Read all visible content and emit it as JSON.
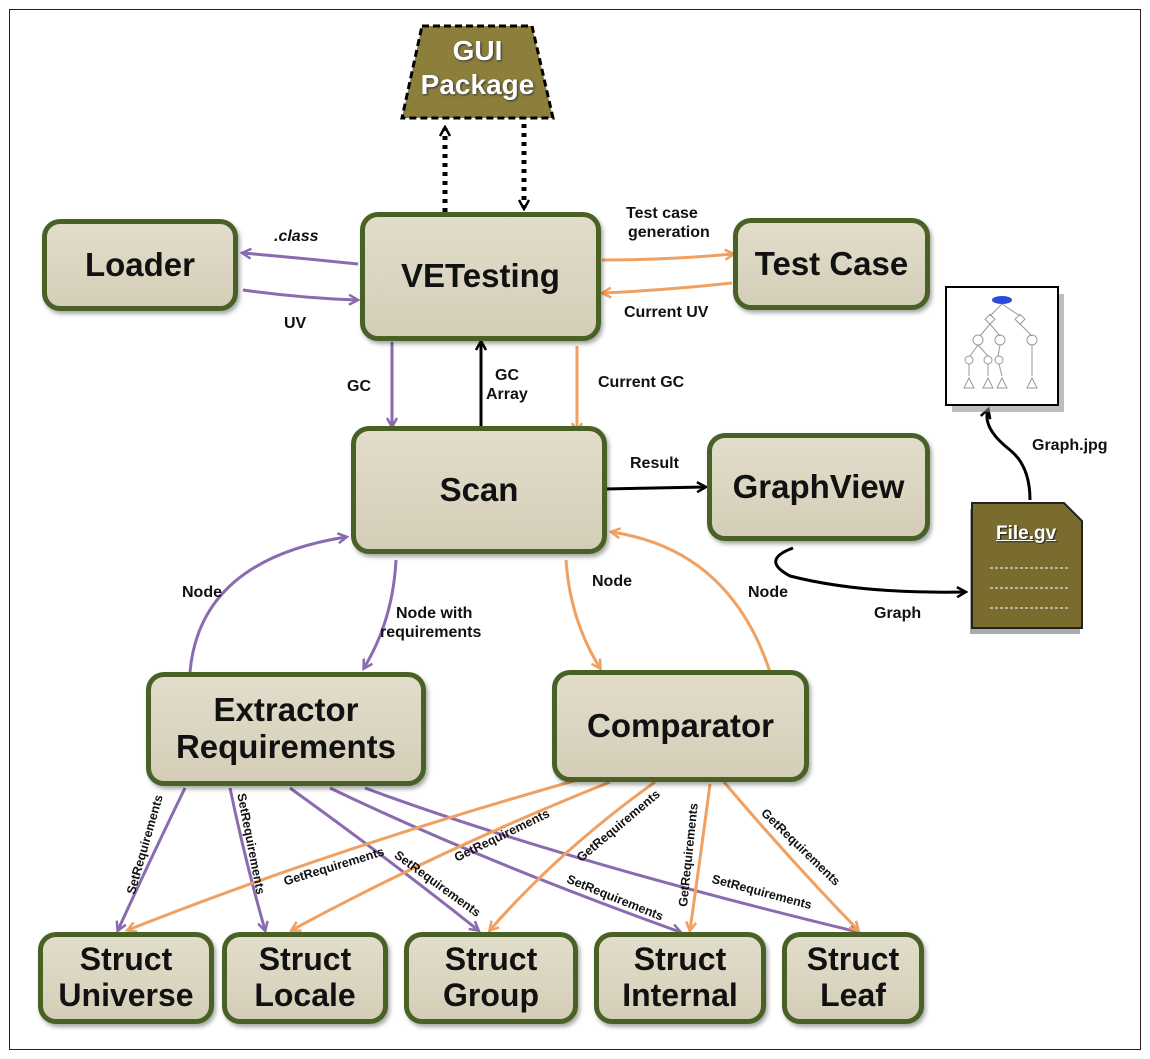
{
  "gui_package": {
    "line1": "GUI",
    "line2": "Package"
  },
  "boxes": {
    "loader": "Loader",
    "vetesting": "VETesting",
    "test_case": "Test Case",
    "scan": "Scan",
    "graphview": "GraphView",
    "extractor_line1": "Extractor",
    "extractor_line2": "Requirements",
    "comparator": "Comparator",
    "struct_universe": {
      "line1": "Struct",
      "line2": "Universe"
    },
    "struct_locale": {
      "line1": "Struct",
      "line2": "Locale"
    },
    "struct_group": {
      "line1": "Struct",
      "line2": "Group"
    },
    "struct_internal": {
      "line1": "Struct",
      "line2": "Internal"
    },
    "struct_leaf": {
      "line1": "Struct",
      "line2": "Leaf"
    }
  },
  "file_doc": {
    "title": "File.gv"
  },
  "edge_labels": {
    "dot_class": ".class",
    "uv": "UV",
    "test_case_generation_1": "Test case",
    "test_case_generation_2": "generation",
    "current_uv": "Current UV",
    "gc": "GC",
    "gc_array_1": "GC",
    "gc_array_2": "Array",
    "current_gc": "Current GC",
    "result": "Result",
    "graph_jpg": "Graph.jpg",
    "graph": "Graph",
    "node_left": "Node",
    "node_with_req_1": "Node with",
    "node_with_req_2": "requirements",
    "node_mid": "Node",
    "node_right": "Node",
    "set_requirements": "SetRequirements",
    "get_requirements": "GetRequirements"
  },
  "colors": {
    "purple": "#8a6bb0",
    "orange": "#f0a060",
    "black": "#000000",
    "box_border": "#4a6125",
    "box_fill": "#d9d4c0",
    "gui_fill": "#8c7f3c",
    "file_fill": "#7a6b2e"
  }
}
